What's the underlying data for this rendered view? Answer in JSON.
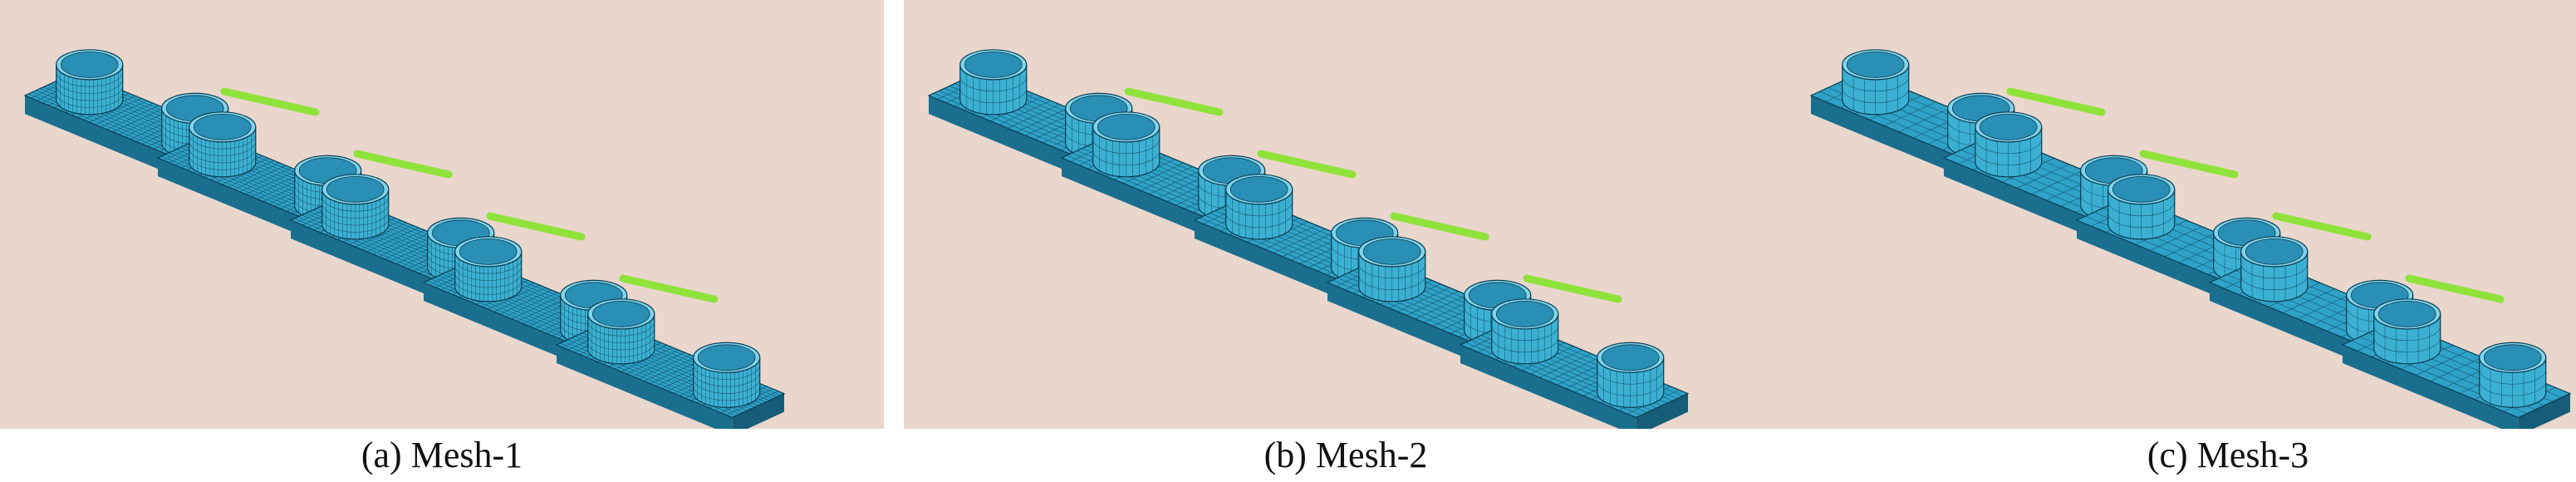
{
  "figure": {
    "background": "#e9d6cc",
    "panels": [
      {
        "caption": "(a) Mesh-1",
        "mesh_density": "fine"
      },
      {
        "caption": "(b) Mesh-2",
        "mesh_density": "medium"
      },
      {
        "caption": "(c) Mesh-3",
        "mesh_density": "coarse"
      }
    ]
  },
  "colors": {
    "plate_top": "#2fa2c7",
    "plate_side": "#1a6f8f",
    "cylinder_body": "#3bb0d2",
    "mesh_line": "#0b3d52",
    "connector_bar": "#8fe23a"
  }
}
